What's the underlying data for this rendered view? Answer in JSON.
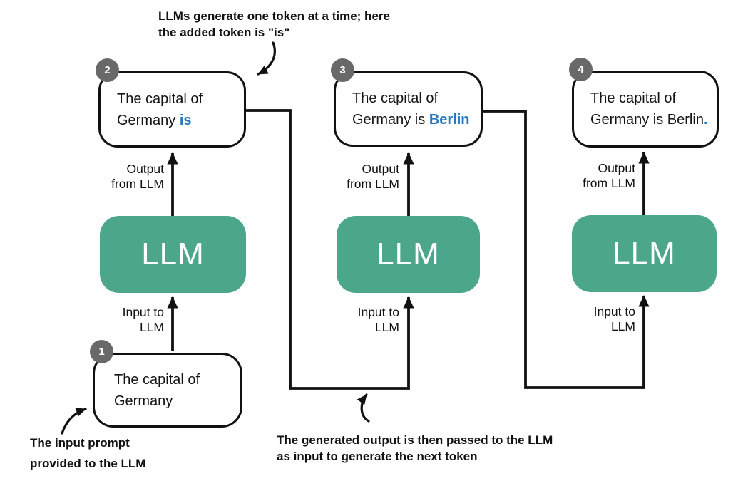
{
  "colors": {
    "llm_green": "#4CA68C",
    "highlight_blue": "#2878C2",
    "badge_gray": "#696969",
    "line_black": "#111111"
  },
  "llm_label": "LLM",
  "arrow_labels": {
    "output": [
      "Output",
      "from LLM"
    ],
    "input": [
      "Input to",
      "LLM"
    ]
  },
  "steps": {
    "step1": {
      "badge": "1",
      "line1": "The capital of",
      "line2_plain": "Germany",
      "line2_highlight": ""
    },
    "step2": {
      "badge": "2",
      "line1": "The capital of",
      "line2_plain": "Germany ",
      "line2_highlight": "is"
    },
    "step3": {
      "badge": "3",
      "line1": "The capital of",
      "line2_plain": "Germany is ",
      "line2_highlight": "Berlin"
    },
    "step4": {
      "badge": "4",
      "line1": "The capital of",
      "line2_plain": "Germany is Berlin",
      "line2_highlight": "."
    }
  },
  "annotations": {
    "token_generation": {
      "line1": "LLMs generate one token at a time; here",
      "line2": "the added token is \"is\""
    },
    "input_prompt": {
      "line1": "The input prompt",
      "line2": "provided to the LLM"
    },
    "feedback_loop": {
      "line1": "The generated output is then passed to the LLM",
      "line2": "as input to generate the next token"
    }
  }
}
